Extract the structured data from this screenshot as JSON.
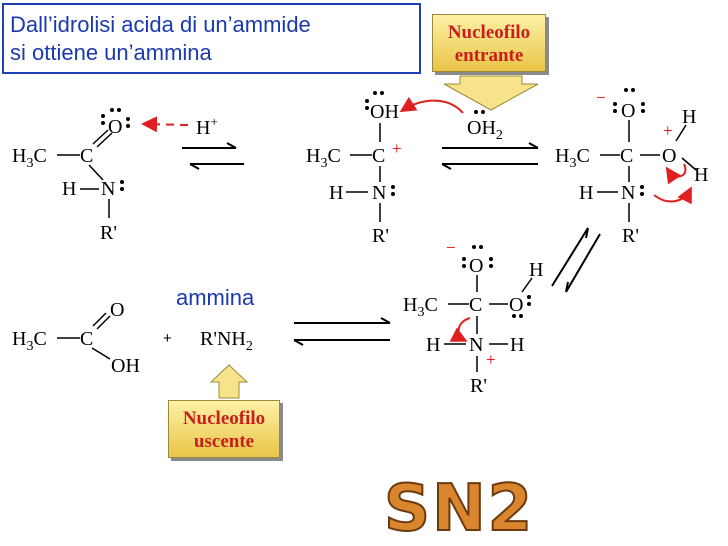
{
  "title": {
    "line1": "Dall’idrolisi acida di un’ammide",
    "line2": "si ottiene un’ammina"
  },
  "callouts": {
    "incoming": {
      "line1": "Nucleofilo",
      "line2": "entrante"
    },
    "leaving": {
      "line1": "Nucleofilo",
      "line2": "uscente"
    }
  },
  "product_label": "ammina",
  "mechanism_label": "SN2",
  "labels": {
    "h3c": "H",
    "h3c_sub": "3",
    "h3c_tail": "C",
    "carbon": "C",
    "oxygen": "O",
    "nitrogen": "N",
    "hydrogen": "H",
    "r_prime": "R'",
    "oh": "OH",
    "oh2": "OH",
    "oh2_sub": "2",
    "h_plus": "H",
    "plus": "+",
    "minus": "−",
    "rnh2": "R'NH",
    "rnh2_sub": "2"
  },
  "colors": {
    "title_text": "#1b3ab0",
    "title_border": "#1f3fb5",
    "charge": "#e00000",
    "arrow_red": "#e02020",
    "bonds": "#000000",
    "callout_text": "#c81e1e",
    "callout_fill": "#f5dc72",
    "sn2_fill": "#d9862e"
  }
}
